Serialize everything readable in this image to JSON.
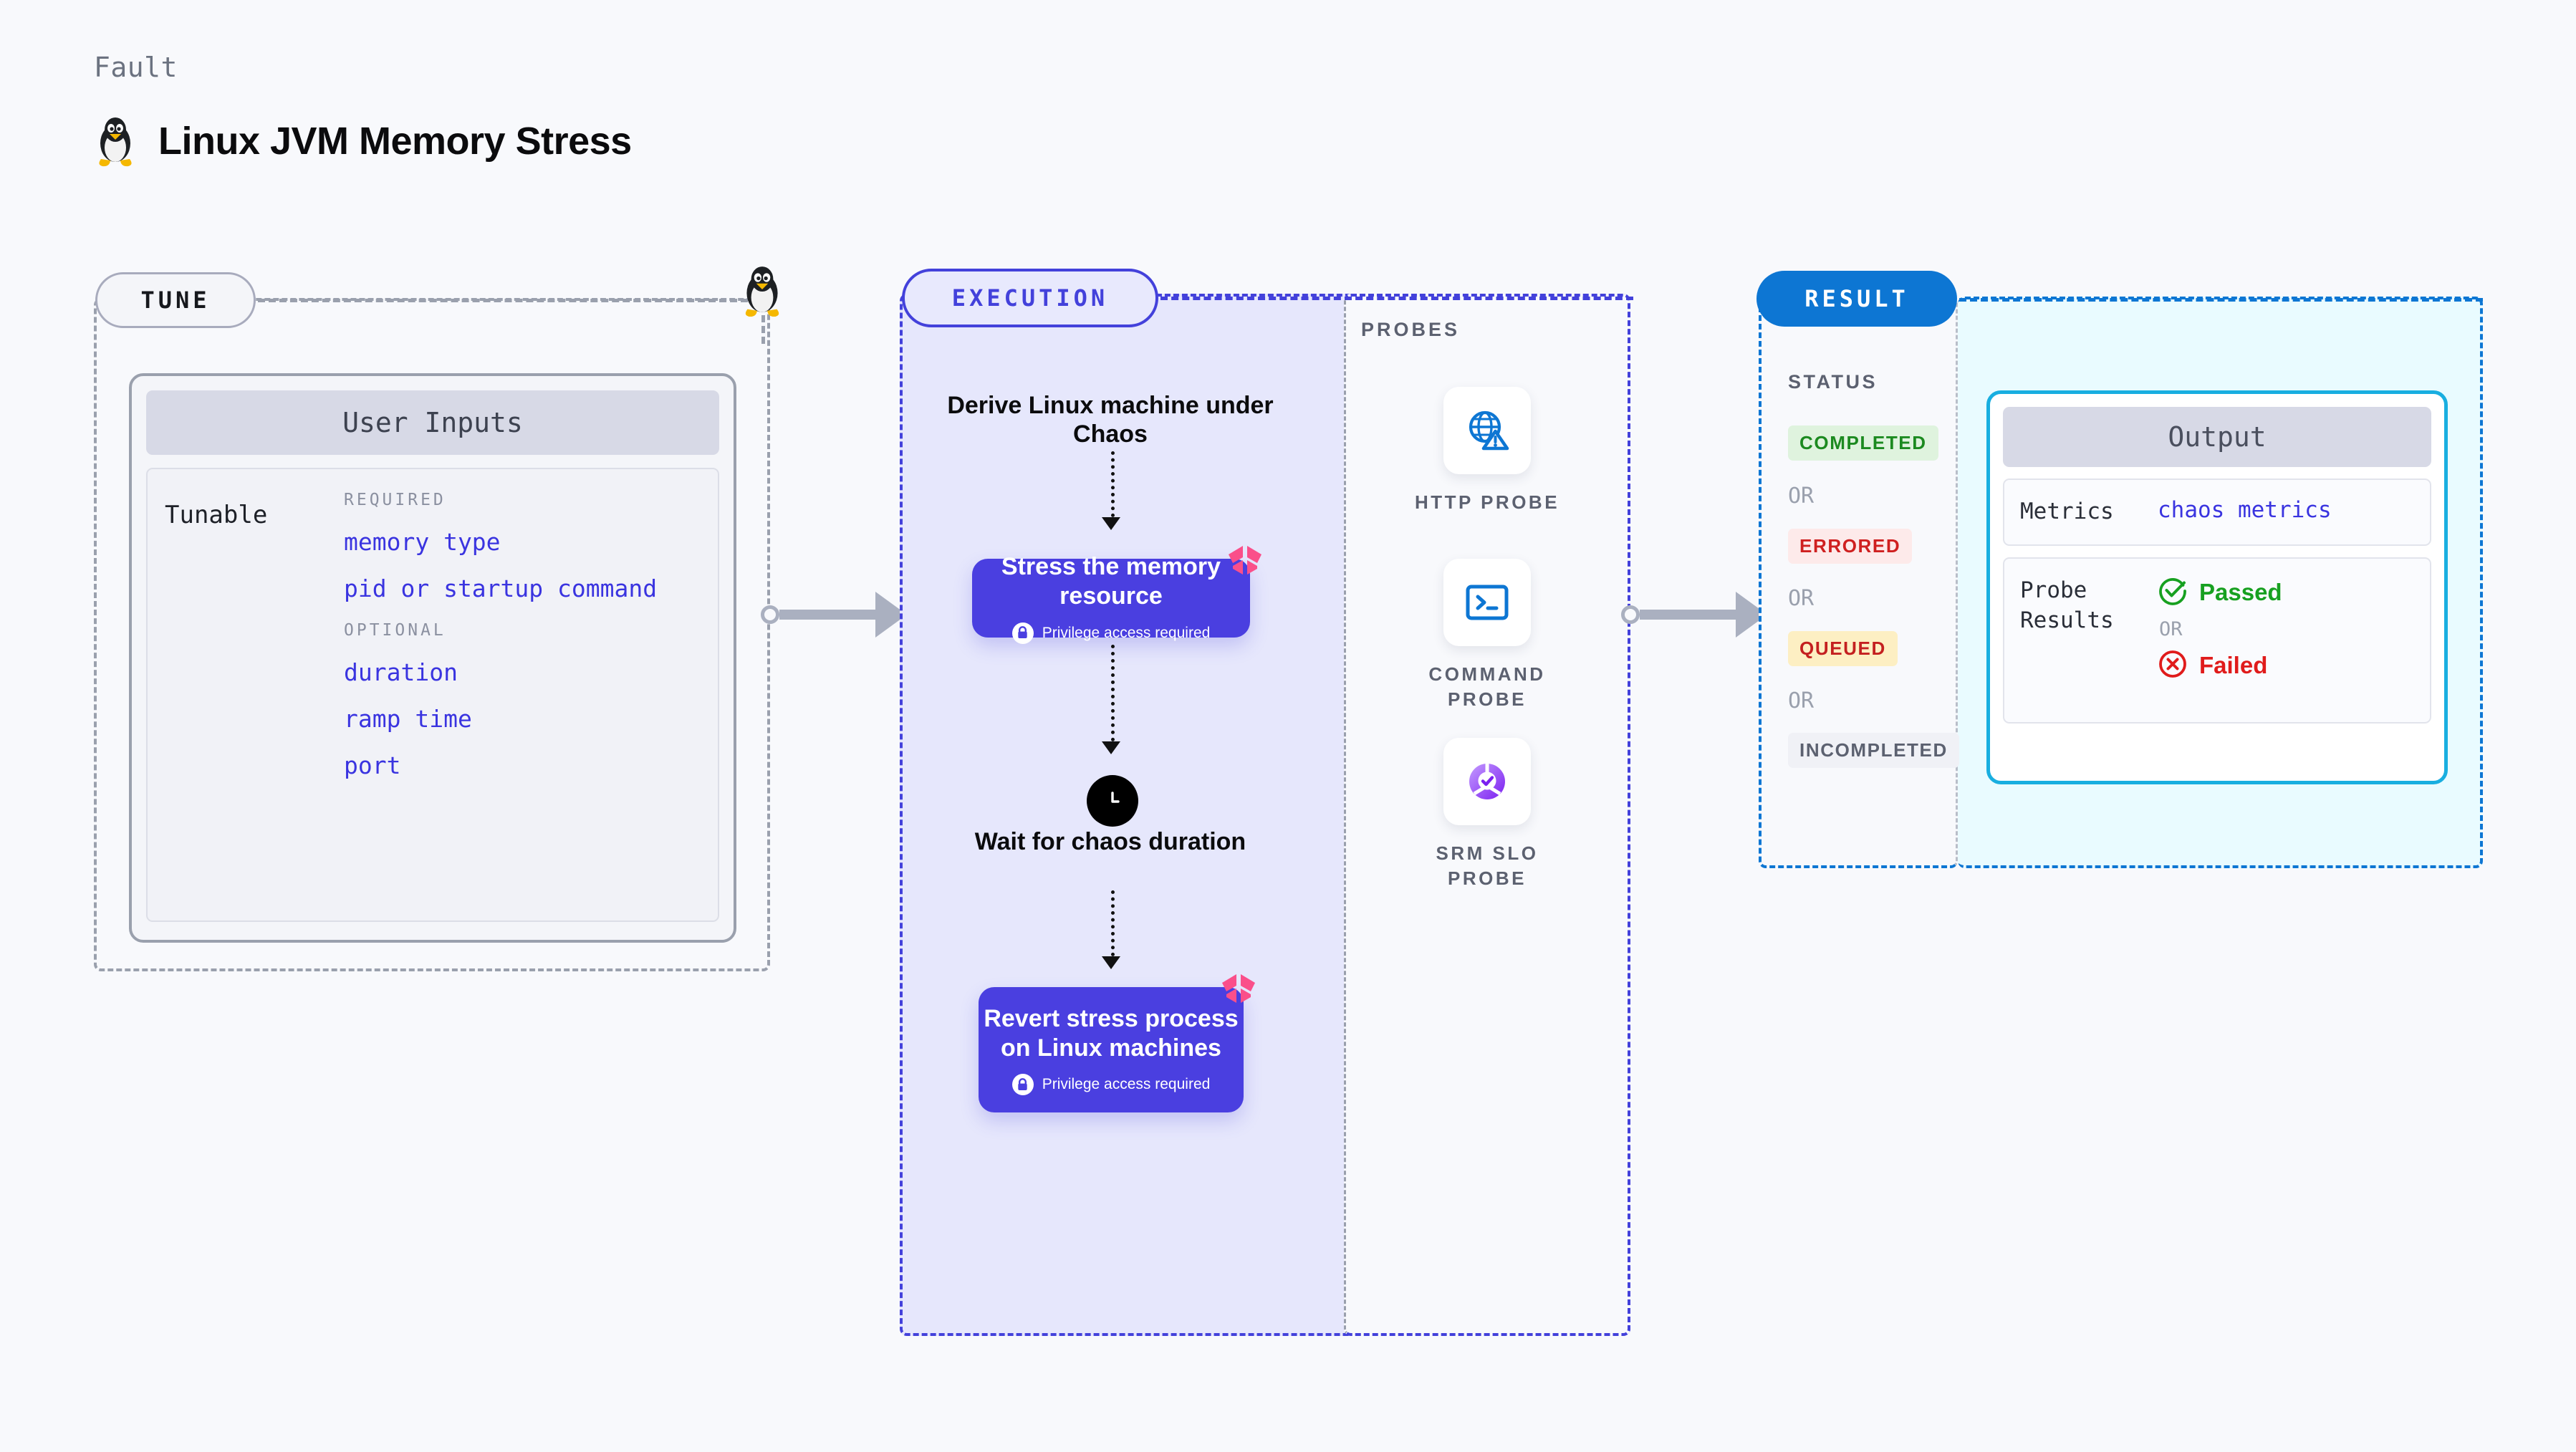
{
  "header": {
    "kicker": "Fault",
    "title": "Linux JVM Memory Stress",
    "icon": "linux-penguin-icon"
  },
  "tune": {
    "pill_label": "TUNE",
    "card_title": "User Inputs",
    "tunable_label": "Tunable",
    "groups": [
      {
        "name": "REQUIRED",
        "items": [
          "memory type",
          "pid or startup command"
        ]
      },
      {
        "name": "OPTIONAL",
        "items": [
          "duration",
          "ramp time",
          "port"
        ]
      }
    ]
  },
  "execution": {
    "pill_label": "EXECUTION",
    "steps": [
      {
        "kind": "text",
        "label": "Derive Linux machine under Chaos"
      },
      {
        "kind": "node",
        "label": "Stress the memory resource",
        "privilege": "Privilege access required",
        "badge": "harness-logo-icon",
        "lock": "lock-icon"
      },
      {
        "kind": "clock",
        "icon": "clock-icon",
        "label": "Wait for chaos duration"
      },
      {
        "kind": "node",
        "label": "Revert stress process on Linux machines",
        "privilege": "Privilege access required",
        "badge": "harness-logo-icon",
        "lock": "lock-icon"
      }
    ]
  },
  "probes": {
    "title": "PROBES",
    "items": [
      {
        "label": "HTTP  PROBE",
        "icon": "globe-warning-icon"
      },
      {
        "label": "COMMAND PROBE",
        "icon": "terminal-icon"
      },
      {
        "label": "SRM  SLO PROBE",
        "icon": "slo-gauge-icon"
      }
    ]
  },
  "result": {
    "pill_label": "RESULT",
    "status_title": "STATUS",
    "or_label": "OR",
    "statuses": [
      {
        "label": "COMPLETED",
        "color": "#1c8a20",
        "bg": "#dff3de"
      },
      {
        "label": "ERRORED",
        "color": "#cf2020",
        "bg": "#fdeaea"
      },
      {
        "label": "QUEUED",
        "color": "#c42020",
        "bg": "#fdefc3"
      },
      {
        "label": "INCOMPLETED",
        "color": "#5c6170",
        "bg": "#f0f1f6"
      }
    ]
  },
  "output": {
    "card_title": "Output",
    "metrics_key": "Metrics",
    "metrics_value": "chaos metrics",
    "probe_results_key": "Probe Results",
    "passed_label": "Passed",
    "or_label": "OR",
    "failed_label": "Failed",
    "passed_icon": "check-circle-icon",
    "failed_icon": "x-circle-icon"
  },
  "colors": {
    "page_bg": "#f8f9fc",
    "accent_purple": "#4341db",
    "node_purple": "#4a3fe0",
    "exec_bg": "#e6e7fc",
    "result_blue": "#0d76d3",
    "output_bg": "#e9fbff",
    "output_border": "#18aee0",
    "harness_pink": "#fa4f8a",
    "pass_green": "#17a020",
    "fail_red": "#e01b1b",
    "connector_gray": "#aab0c0"
  }
}
